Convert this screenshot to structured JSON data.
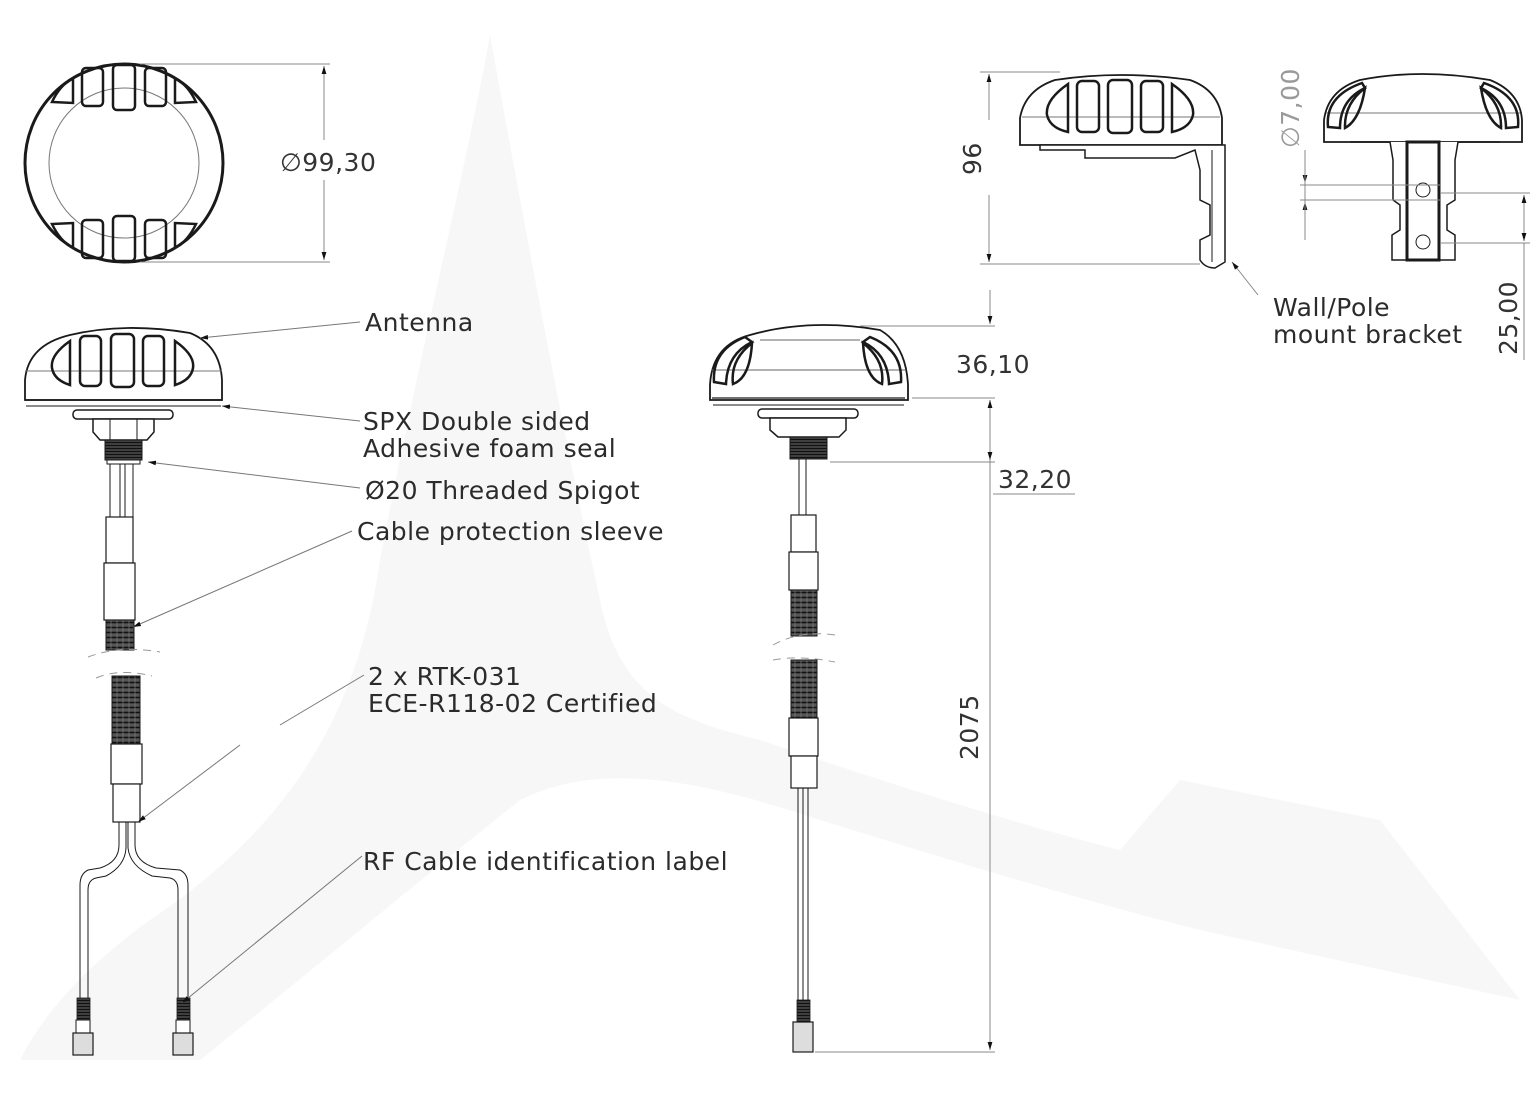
{
  "drawing": {
    "subject": "Antenna mounting technical drawing",
    "colors": {
      "line": "#1a1a1a",
      "dimension_line": "#888888",
      "watermark": "#f7f7f7",
      "background": "#ffffff"
    }
  },
  "callouts": {
    "antenna": "Antenna",
    "seal_line1": "SPX Double sided",
    "seal_line2": "Adhesive foam seal",
    "spigot": "Ø20 Threaded Spigot",
    "sleeve": "Cable protection sleeve",
    "cable_line1": "2 x RTK-031",
    "cable_line2": "ECE-R118-02 Certified",
    "label": "RF Cable identification label",
    "bracket_line1": "Wall/Pole",
    "bracket_line2": "mount bracket"
  },
  "dimensions": {
    "diameter": "∅99,30",
    "height_bracket": "96",
    "hole_diameter": "∅7,00",
    "hole_spacing": "25,00",
    "antenna_height": "36,10",
    "spigot_length": "32,20",
    "cable_length": "2075"
  }
}
